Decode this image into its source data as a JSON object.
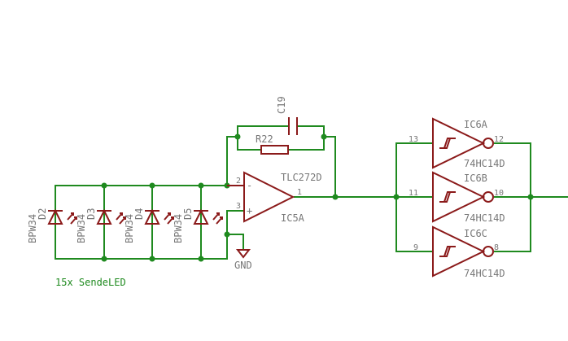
{
  "diodes": [
    {
      "ref": "D2",
      "value": "BPW34"
    },
    {
      "ref": "D3",
      "value": "BPW34"
    },
    {
      "ref": "D4",
      "value": "BPW34"
    },
    {
      "ref": "D5",
      "value": "BPW34"
    }
  ],
  "note": "15x SendeLED",
  "opamp": {
    "name": "IC5A",
    "value": "TLC272D",
    "pin_inv": "2",
    "pin_noninv": "3",
    "pin_out": "1",
    "minus": "-",
    "plus": "+"
  },
  "capacitor": {
    "ref": "C19"
  },
  "resistor": {
    "ref": "R22"
  },
  "ground": {
    "label": "GND"
  },
  "inverters": [
    {
      "name": "IC6A",
      "value": "74HC14D",
      "pin_in": "13",
      "pin_out": "12"
    },
    {
      "name": "IC6B",
      "value": "74HC14D",
      "pin_in": "11",
      "pin_out": "10"
    },
    {
      "name": "IC6C",
      "value": "74HC14D",
      "pin_in": "9",
      "pin_out": "8"
    }
  ]
}
